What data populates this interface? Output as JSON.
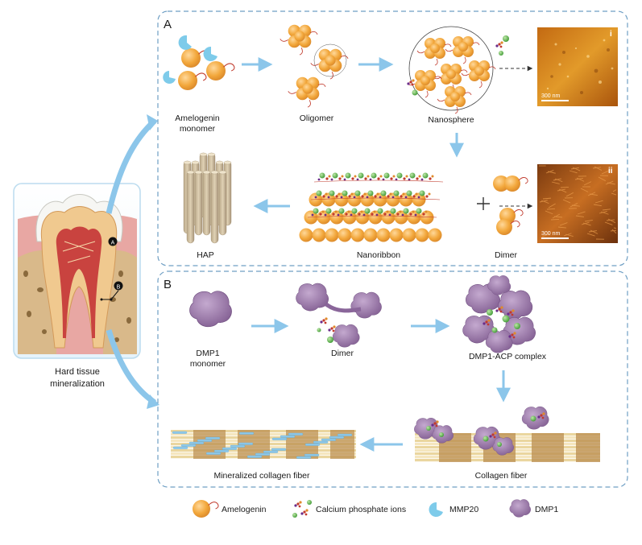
{
  "panels": {
    "a": {
      "letter": "A"
    },
    "b": {
      "letter": "B"
    }
  },
  "tooth": {
    "title_line1": "Hard tissue",
    "title_line2": "mineralization",
    "marker_a": "A",
    "marker_b": "B"
  },
  "panel_a": {
    "amelogenin_line1": "Amelogenin",
    "amelogenin_line2": "monomer",
    "oligomer": "Oligomer",
    "nanosphere": "Nanosphere",
    "hap": "HAP",
    "nanoribbon": "Nanoribbon",
    "dimer": "Dimer",
    "afm_i_label": "i",
    "afm_ii_label": "ii",
    "afm_i_scale": "300 nm",
    "afm_ii_scale": "300 nm"
  },
  "panel_b": {
    "dmp1_line1": "DMP1",
    "dmp1_line2": "monomer",
    "dimer": "Dimer",
    "complex": "DMP1-ACP complex",
    "mineralized": "Mineralized collagen fiber",
    "collagen": "Collagen fiber"
  },
  "legend": {
    "amelogenin": "Amelogenin",
    "ions": "Calcium phosphate ions",
    "mmp20": "MMP20",
    "dmp1": "DMP1"
  },
  "colors": {
    "amelogenin_orange": "#f2a73b",
    "mmp20_blue": "#7ecbea",
    "dmp1_purple": "#9b79a8",
    "ion_green": "#5bb14a",
    "ion_red": "#c23a2e",
    "arrow_blue": "#8cc6ea",
    "panel_border": "#6f9fc4"
  }
}
